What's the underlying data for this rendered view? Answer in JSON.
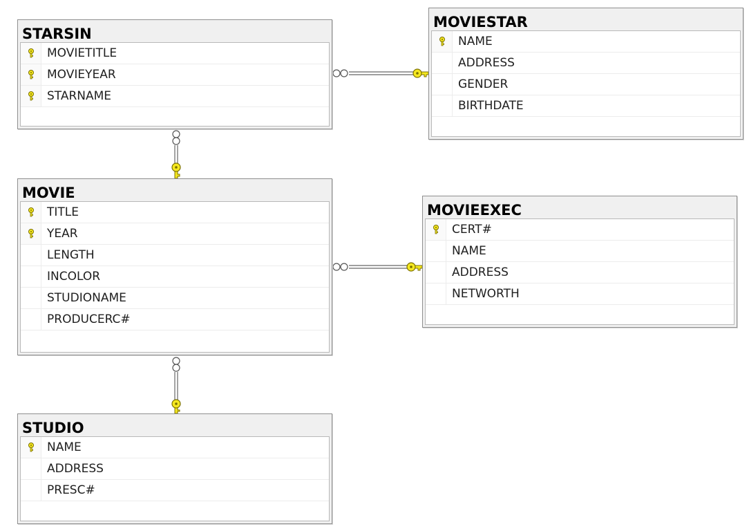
{
  "diagram": {
    "entities": [
      {
        "id": "starsin",
        "title": "STARSIN",
        "columns": [
          {
            "name": "MOVIETITLE",
            "primary_key": true
          },
          {
            "name": "MOVIEYEAR",
            "primary_key": true
          },
          {
            "name": "STARNAME",
            "primary_key": true
          }
        ]
      },
      {
        "id": "moviestar",
        "title": "MOVIESTAR",
        "columns": [
          {
            "name": "NAME",
            "primary_key": true
          },
          {
            "name": "ADDRESS",
            "primary_key": false
          },
          {
            "name": "GENDER",
            "primary_key": false
          },
          {
            "name": "BIRTHDATE",
            "primary_key": false
          }
        ]
      },
      {
        "id": "movie",
        "title": "MOVIE",
        "columns": [
          {
            "name": "TITLE",
            "primary_key": true
          },
          {
            "name": "YEAR",
            "primary_key": true
          },
          {
            "name": "LENGTH",
            "primary_key": false
          },
          {
            "name": "INCOLOR",
            "primary_key": false
          },
          {
            "name": "STUDIONAME",
            "primary_key": false
          },
          {
            "name": "PRODUCERC#",
            "primary_key": false
          }
        ]
      },
      {
        "id": "movieexec",
        "title": "MOVIEEXEC",
        "columns": [
          {
            "name": "CERT#",
            "primary_key": true
          },
          {
            "name": "NAME",
            "primary_key": false
          },
          {
            "name": "ADDRESS",
            "primary_key": false
          },
          {
            "name": "NETWORTH",
            "primary_key": false
          }
        ]
      },
      {
        "id": "studio",
        "title": "STUDIO",
        "columns": [
          {
            "name": "NAME",
            "primary_key": true
          },
          {
            "name": "ADDRESS",
            "primary_key": false
          },
          {
            "name": "PRESC#",
            "primary_key": false
          }
        ]
      }
    ],
    "relationships": [
      {
        "id": "starsin-moviestar",
        "many_side": "starsin",
        "one_side": "moviestar"
      },
      {
        "id": "starsin-movie",
        "many_side": "starsin",
        "one_side": "movie"
      },
      {
        "id": "movie-movieexec",
        "many_side": "movie",
        "one_side": "movieexec"
      },
      {
        "id": "movie-studio",
        "many_side": "movie",
        "one_side": "studio"
      }
    ],
    "icons": {
      "primary_key": "primary-key-icon",
      "one_end": "key-endpoint-icon",
      "many_end": "infinity-endpoint-icon"
    },
    "colors": {
      "key_fill": "#f5e820",
      "key_stroke": "#7a6f00",
      "line": "#666666",
      "header_bg": "#f0f0f0",
      "border": "#8e8e8e"
    }
  }
}
